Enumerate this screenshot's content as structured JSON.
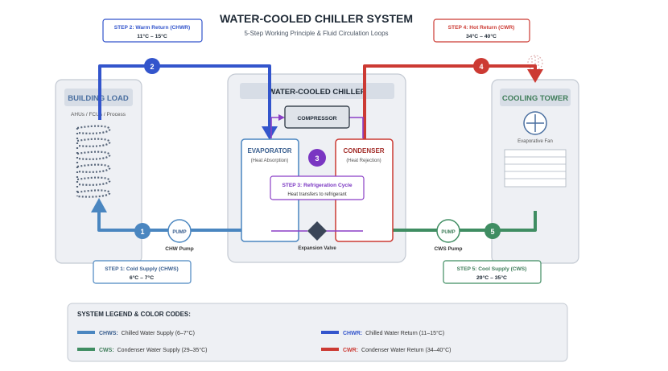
{
  "header": {
    "title": "WATER-COOLED CHILLER SYSTEM",
    "subtitle": "5-Step Working Principle & Fluid Circulation Loops"
  },
  "colors": {
    "chws": "#4a86c0",
    "chwr": "#3355cc",
    "cws": "#3f8d62",
    "cwr": "#cc3a33",
    "refrigerant": "#8b3fc6",
    "panel_border": "#c3c9d2",
    "panel_fill": "#eef0f4",
    "title_fill": "#d7dde6",
    "dark": "#1f2a36"
  },
  "building": {
    "title": "BUILDING LOAD",
    "subtitle": "AHUs / FCUs / Process"
  },
  "chiller": {
    "title": "WATER-COOLED CHILLER",
    "compressor": "COMPRESSOR",
    "evaporator_title": "EVAPORATOR",
    "evaporator_sub": "(Heat Absorption)",
    "condenser_title": "CONDENSER",
    "condenser_sub": "(Heat Rejection)",
    "expansion_valve": "Expansion Valve"
  },
  "tower": {
    "title": "COOLING TOWER",
    "fan_label": "Evaporative Fan"
  },
  "pumps": {
    "chw_badge": "PUMP",
    "chw_label": "CHW Pump",
    "cws_badge": "PUMP",
    "cws_label": "CWS Pump"
  },
  "steps": [
    {
      "number": "1",
      "title": "STEP 1: Cold Supply (CHWS)",
      "temp": "6°C – 7°C"
    },
    {
      "number": "2",
      "title": "STEP 2: Warm Return (CHWR)",
      "temp": "11°C – 15°C"
    },
    {
      "number": "3",
      "title": "STEP 3: Refrigeration Cycle",
      "temp": "Heat transfers to refrigerant"
    },
    {
      "number": "4",
      "title": "STEP 4: Hot Return (CWR)",
      "temp": "34°C – 40°C"
    },
    {
      "number": "5",
      "title": "STEP 5: Cool Supply (CWS)",
      "temp": "29°C – 35°C"
    }
  ],
  "legend": {
    "title": "SYSTEM LEGEND & COLOR CODES:",
    "items": [
      {
        "code": "CHWS:",
        "desc": "Chilled Water Supply (6–7°C)"
      },
      {
        "code": "CHWR:",
        "desc": "Chilled Water Return (11–15°C)"
      },
      {
        "code": "CWS:",
        "desc": "Condenser Water Supply (29–35°C)"
      },
      {
        "code": "CWR:",
        "desc": "Condenser Water Return (34–40°C)"
      }
    ]
  }
}
